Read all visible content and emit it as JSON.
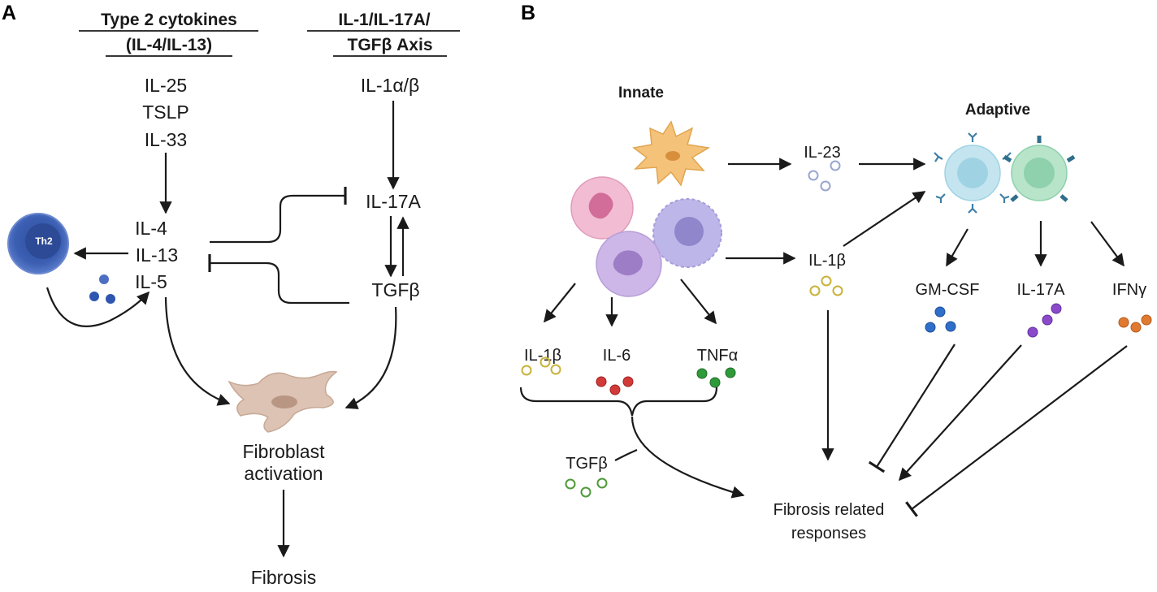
{
  "panel_a": {
    "letter": "A",
    "col1_header": [
      "Type 2 cytokines",
      "(IL-4/IL-13)"
    ],
    "col2_header": [
      "IL-1/IL-17A/",
      "TGFβ Axis"
    ],
    "alarmins": [
      "IL-25",
      "TSLP",
      "IL-33"
    ],
    "il1": "IL-1α/β",
    "il17a": "IL-17A",
    "type2": [
      "IL-4",
      "IL-13",
      "IL-5"
    ],
    "tgfb": "TGFβ",
    "th2_label": "Th2",
    "fibroblast": [
      "Fibroblast",
      "activation"
    ],
    "fibrosis": "Fibrosis"
  },
  "panel_b": {
    "letter": "B",
    "innate": "Innate",
    "adaptive": "Adaptive",
    "il23": "IL-23",
    "il1b_mid": "IL-1β",
    "il1b_low": "IL-1β",
    "il6": "IL-6",
    "tnfa": "TNFα",
    "tgfb": "TGFβ",
    "gmcsf": "GM-CSF",
    "il17a": "IL-17A",
    "ifng": "IFNγ",
    "fibrosis_resp": [
      "Fibrosis related",
      "responses"
    ]
  },
  "colors": {
    "th2": "#4a6fc1",
    "fibroblast": "#d9bfae",
    "dendritic": "#f5c27a",
    "neutrophil": "#f0b8d0",
    "macrophage": "#b9b3e6",
    "monocyte": "#c9b2e6",
    "t_cell_1": "#bfe3ee",
    "t_cell_2": "#aee0c6",
    "il23_dots": "#9aa6d0",
    "il1b_dots": "#c9b23a",
    "il6_dots": "#d23a3a",
    "tnfa_dots": "#2f9a3a",
    "tgfb_dots": "#4f9a3a",
    "gmcsf_dots": "#2f6fc9",
    "il17a_dots": "#8a4ac9",
    "ifng_dots": "#e07a30"
  }
}
